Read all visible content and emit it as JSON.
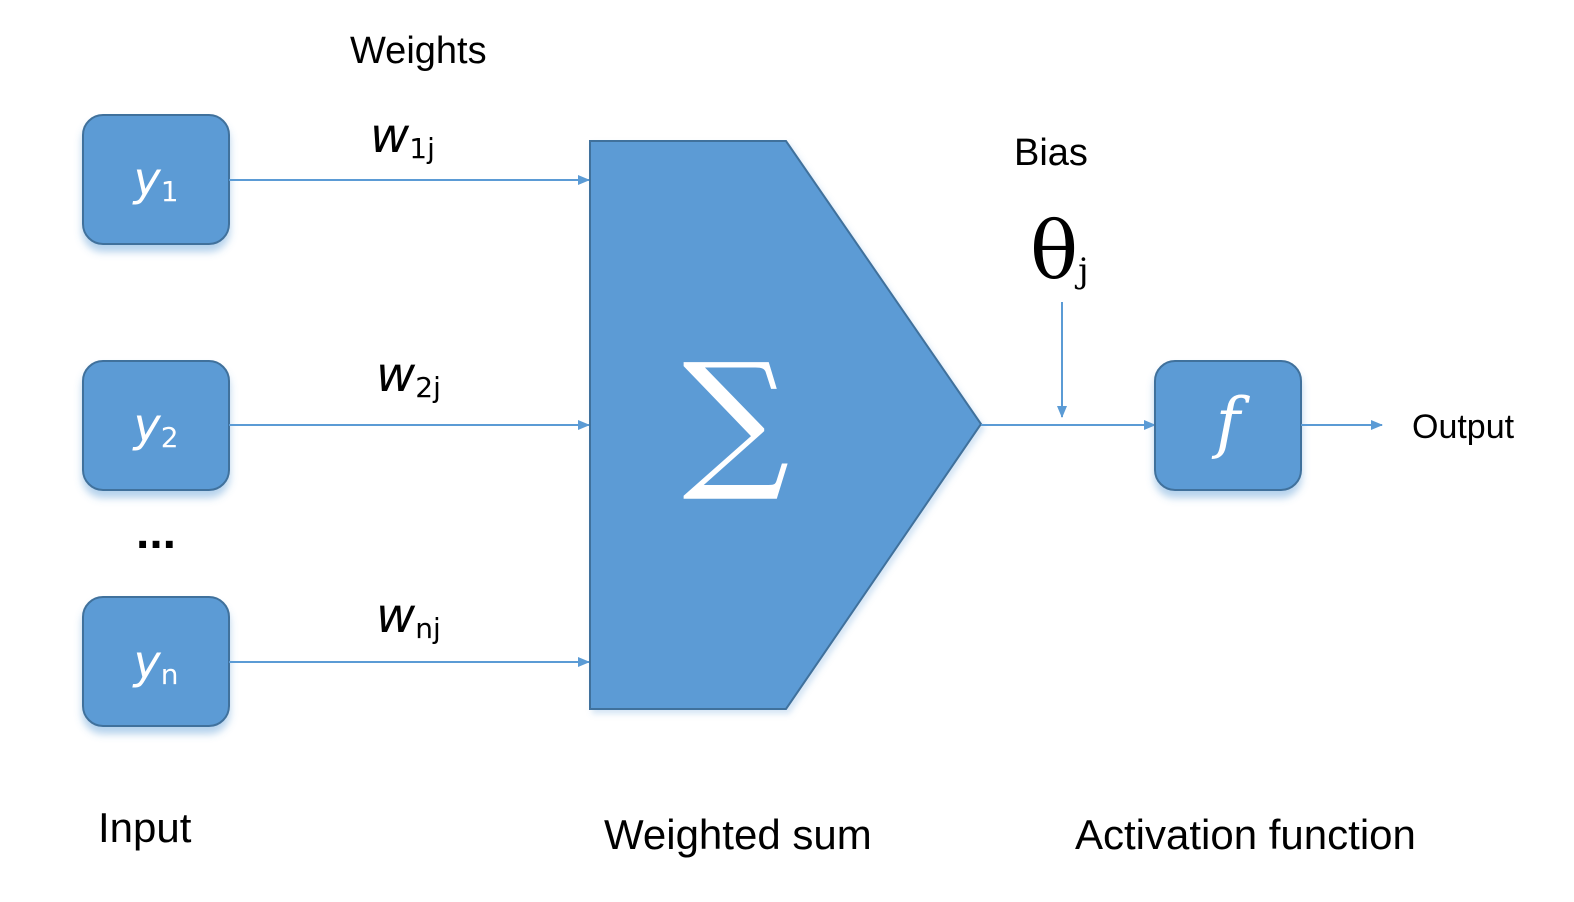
{
  "labels": {
    "weights": "Weights",
    "bias": "Bias",
    "output": "Output",
    "input": "Input",
    "weighted_sum": "Weighted sum",
    "activation_function": "Activation function",
    "ellipsis": "..."
  },
  "inputs": [
    {
      "base": "y",
      "sub": "1"
    },
    {
      "base": "y",
      "sub": "2"
    },
    {
      "base": "y",
      "sub": "n"
    }
  ],
  "weights": [
    {
      "base": "w",
      "sub": "1j"
    },
    {
      "base": "w",
      "sub": "2j"
    },
    {
      "base": "w",
      "sub": "nj"
    }
  ],
  "summation_symbol": "∑",
  "bias_symbol": {
    "base": "θ",
    "sub": "j"
  },
  "activation_symbol": "f",
  "colors": {
    "node_fill": "#5B9BD5",
    "node_stroke": "#41719C",
    "line": "#5B9BD5",
    "text_dark": "#000000",
    "text_light": "#FFFFFF"
  }
}
